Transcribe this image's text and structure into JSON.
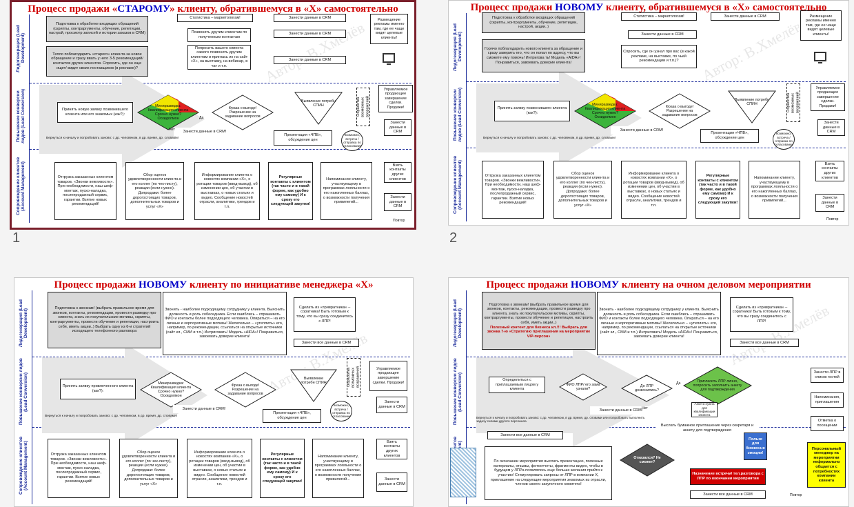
{
  "slides": [
    {
      "number": "1",
      "title_a": "Процесс продажи «",
      "title_hl": "СТАРОМУ",
      "title_b": "» клиенту, обратившемуся в «Х» самостоятельно",
      "lanes": [
        "Лидогенерация (Lead Development)",
        "Повышение конверсии лидов (Lead Conversion)",
        "Сопровождение клиентов (Account Management)"
      ],
      "lead": {
        "b1": "Подготовка к обработке входящих обращений (скрипты, контраргументы, обучение, репетиции, настрой, просмотр записей и истории заказов в CRM)",
        "b2": "Тепло поблагодарить «старого» клиента за новое обращение и сразу ввать у него 3-5 рекомендаций/ контактов других клиентов. Спросить, где он еще ищет/ видит своих поставщиков (в рекламе)?",
        "b3": "Статистика – маркетологам!",
        "b4": "Позвонить другим клиентам по полученным контактам",
        "b5": "Попросить вашего клиента самого позвонить другим клиентам и приглась их на сайт «Х», на выставку, на вебинар, в чат и т.п.",
        "crm1": "Занести данные в CRM",
        "crm2": "Занести данные в CRM",
        "crm3": "Занести данные в CRM",
        "ads": "Размещение рекламы именно там, где ее чаще видят целевые клиенты!"
      },
      "conv": {
        "accept": "Принять новую заявку позвонившего клиента или его знакомых (как?):",
        "mini": "Минирaзведка: Квалификация клиента Срочно нужно? Оскидолмон",
        "phrase": "Фраза о выгоде! Разрешение на задавание вопросов",
        "spin": "Выявление потребн СПИН",
        "objections": "Обработка возможных возражений",
        "deal": "Управляемое продающее завершение сделки. Продажи!",
        "crm": "Занести данные в CRM",
        "crm2": "Занести данные в CRM!",
        "pres": "Презентация «ЧПВ», обсуждение цен",
        "meeting": "возможно, встреча / отправка по согласованию",
        "yes": "Да",
        "no": "Нет",
        "back": "Вернуться к началу и попробовать заново: с др. человеком, в др. время, др. словами!"
      },
      "acct": {
        "a1": "Отгрузка заказанных клиентом товаров. «Звонки вежливости». При необходимости, наш шеф-монтаж, пуско-наладка, послепродажный сервис, гарантии. Взятие новых рекомендаций!",
        "a2": "Сбор оценок удовлетворенности клиента и его коллег (по чек-листу), реакции (если нужно). Допродажи: более дорогостоящих товаров, дополнительных товаров и услуг «Х»",
        "a3": "Информирование клиента о новостях компании «Х», о ротации товаров (ввод-вывод), об изменении цен, об участии в выставках, о новых статьях и видео. Сообщение новостей отрасли, аналитики, трендов и т.п.",
        "a4": "Регулярные контакты с клиентом (так часто и в такой форме, как удобно ему самому) И к сроку его следующей закупки!",
        "a5": "Напоминание клиенту, участвующему в программах лояльности о его накопленных баллах, о возможности получения привилегий...",
        "a6": "Взять контакты других клиентов",
        "crm": "Занести данные в CRM",
        "repeat": "Повтор"
      }
    },
    {
      "number": "2",
      "title_a": "Процесс продажи ",
      "title_hl": "НОВОМУ",
      "title_b": " клиенту, обратившемуся в «Х» самостоятельно",
      "lead": {
        "b1": "Подготовка к обработке входящих обращений (скрипты, контраргументы, обучение, репетиции, настрой, акции..)",
        "b2": "Горячо поблагодарить нового клиента за обращение и сразу заверить его, что он попал по адресу, что вы сможете ему помочь! Интригова ть! Модель «AIDA»! Понравиться, завоевать доверие клиента!",
        "b3": "Статистика – маркетологам!",
        "b4": "Спросить, где он узнал про вас (в какой рекламе, на выставке, по чьей рекомендации и т.п.)?",
        "crm1": "Занести данные в CRM",
        "crm2": "Занести данные в CRM",
        "ads": "Размещение рекламы именно там, где ее чаще видят целевые клиенты!"
      },
      "conv": {
        "accept": "Принять заявку позвонившего клиента (как?):"
      }
    },
    {
      "title_a": "Процесс продажи ",
      "title_hl": "НОВОМУ",
      "title_b": " клиенту по инициативе менеджера «Х»",
      "lead": {
        "b1": "Подготовка к звонкам! (выбрать правильное время для звонков, контакты, рекомендации, провести разведку про клиента, знать их покупательские мотивы, скрипты, контраргументы, провести обучение и репетиции, настроить себя, иметь акции..) Выбрать одну из 6-и стратегий исходящего телефонного разговора",
        "b2": "Звонить - наиболее подходящему сотруднику у клиента. Выяснить должность и роль собеседника. Если ошиблись – спрашивать ФИО и контакты более подходящего человека. Опираться – на его личные и корпоративные мотивы! Желательно – «утеплить» его, например, по рекомендации, ссылаться на открытые источники (сайт кл., СМИ и т.п.) Интриговать! Модель «AIDA»! Понравиться, завоевать доверие клиента!",
        "b3": "Сделать из «привратника» – соратника! Быть готовым к тому, что вы сразу соединитесь с ЛПР!",
        "crm": "Занести все данные в CRM"
      },
      "conv": {
        "accept": "Принять заявку привлеченного клиента (как?):"
      }
    },
    {
      "title_a": "Процесс продажи ",
      "title_hl": "НОВОМУ",
      "title_b": " клиенту на очном деловом мероприятии",
      "lead": {
        "b1": "Подготовка к звонкам! (выбрать правильное время для звонков, контакты, рекомендации, провести разведку про клиента, знать их покупательские мотивы, скрипты, контраргументы, провести обучение и репетиции, настроить себя, иметь акции..)",
        "b1red": "Полезный контент для бизнеса кл.!!! Выбрать для звонка 7-ю «Стратегию приглашения на мероприятие VIP-персон»",
        "b2": "Звонить - наиболее подходящему сотруднику у клиента. Выяснить должность и роль собеседника. Если ошиблись – спрашивать ФИО и контакты более подходящего человека. Опираться – на его личные и корпоративные мотивы! Желательно – «утеплить» его, например, по рекомендации, ссылаться на открытые источники (сайт кл., СМИ и т.п.) Интриговать! Модель «AIDA»! Понравиться, завоевать доверие клиента!",
        "b3": "Сделать из «привратника» – соратника! Быть готовым к тому, что вы сразу соединитесь с ЛПР!",
        "crm": "Занести все данные в CRM"
      },
      "conv": {
        "identify": "Определиться с приглашаемым лицом у клиента",
        "fio": "ФИО ЛПР/ его зама узнали?",
        "reach": "До ЛПР дозвонились?",
        "invite": "Пригласить ЛПР лично, попросить заполнить анкету для подтверждения",
        "anketa": "Анкета нужна для квалификации клиента",
        "crm_guests": "Занести ЛПР в список гостей",
        "reminders": "Напоминания, приглашения",
        "attend": "Отметка о посещении",
        "send": "Выслать бумажное приглашение через секретаря и анкету для подтверждения",
        "refuse": "Отказался? Не сможет?",
        "crm": "Занести данные в CRM!",
        "crm3": "Занести все данные в CRM",
        "yes": "Да",
        "no": "Нет",
        "back": "Вернуться к началу и попробовать заново: с др. человеком, в др. время, др. словами или попробовать выполнить задачу силами другого персонала"
      },
      "acct": {
        "after": "По окончании мероприятия выслать презентацию, полезные материалы, отзывы, фотоотчеты, фрагменты видео, чтобы в будущем у ЛПРа появлялось еще больше желания прийти к участию! Стимулировать запросы от ЛПР в компании Х, приглашение на следующие мероприятия знакомых из отрасли, членов своего закупочного комитета!",
        "gift": "Пользе для бизнеса в эмоции!",
        "manager": "Персональный менеджер на мероприятии неформально общается с потребностях компании клиента",
        "appoint": "Назначение встречи/ тел.разговора с ЛПР по окончании мероприятия",
        "crm": "Занести все данные в CRM",
        "crm2": "Занести все данные в CRM",
        "repeat": "Повтор"
      }
    }
  ],
  "watermark": "Автор: В.Хмелёв",
  "colors": {
    "selected_border": "#7a1f2b",
    "title_red": "#d00000",
    "title_blue": "#0000c8",
    "diamond_green": "#3cb43c",
    "diamond_yellow": "#f2e600",
    "diamond_red": "#e02020",
    "box_red": "#d00000",
    "box_yellow": "#ffff00",
    "box_blue": "#3a6fd0"
  }
}
